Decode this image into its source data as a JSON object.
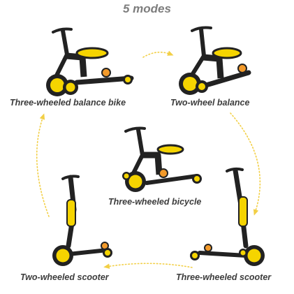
{
  "title": "5 modes",
  "modes": [
    {
      "label": "Three-wheeled balance bike"
    },
    {
      "label": "Two-wheel balance"
    },
    {
      "label": "Three-wheeled bicycle"
    },
    {
      "label": "Two-wheeled scooter"
    },
    {
      "label": "Three-wheeled scooter"
    }
  ],
  "colors": {
    "accent": "#f5d400",
    "frame": "#222222",
    "arrow": "#f2cf46",
    "label_text": "#3c3c3c",
    "title_text": "#7d7d7d"
  }
}
